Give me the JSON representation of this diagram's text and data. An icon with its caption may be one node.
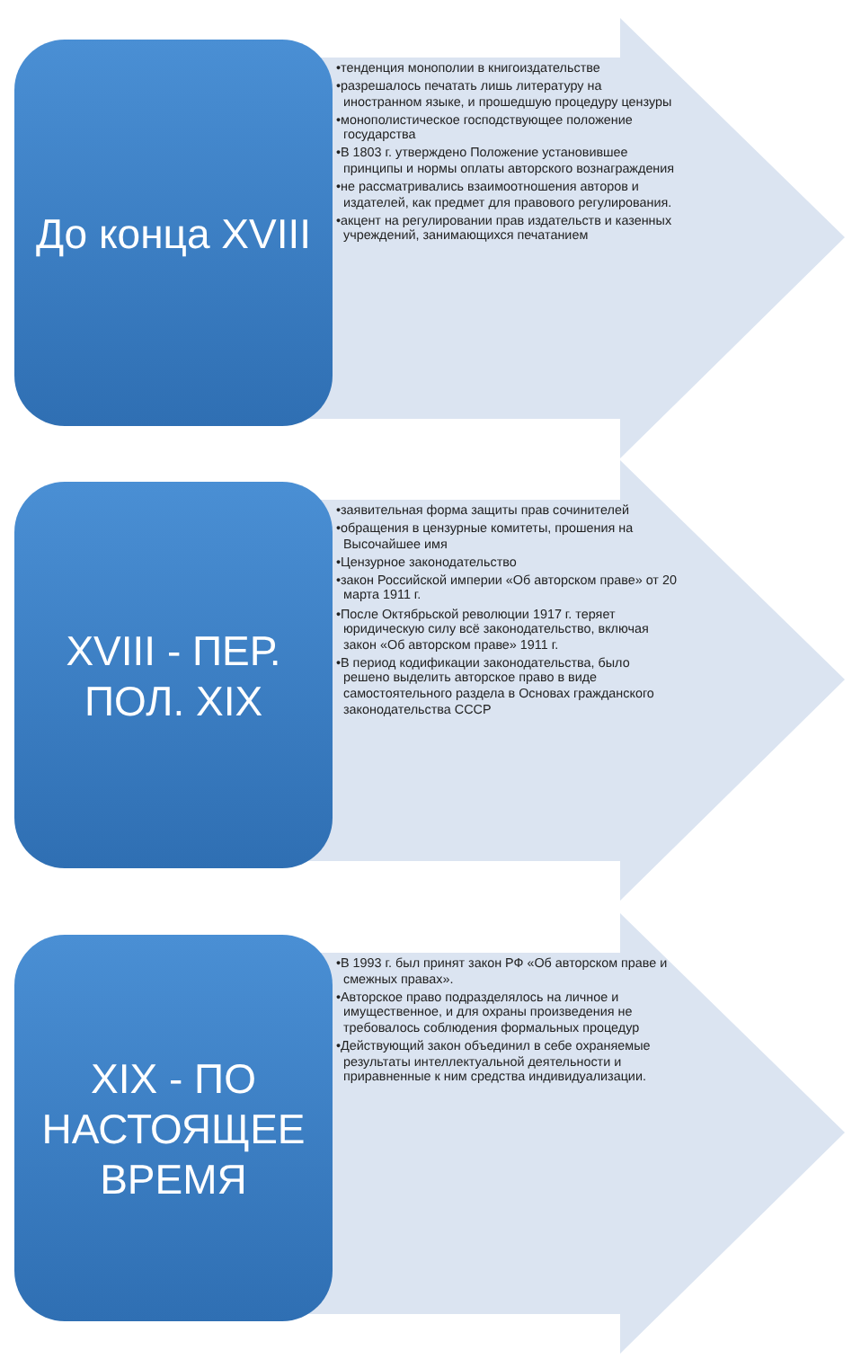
{
  "diagram": {
    "nodes": [
      {
        "text": [
          "До конца XVIII"
        ]
      },
      {
        "text": [
          "•тенденция монополии в книгоиздательстве",
          "•разрешалось печатать лишь литературу на иностранном языке, и прошедшую процедуру цензуры",
          "•монополистическое господствующее положение государства",
          "•В 1803 г. утверждено Положение установившее принципы и нормы оплаты авторского вознаграждения",
          "•не рассматривались взаимоотношения авторов и издателей, как предмет для правового регулирования.",
          "•акцент на регулировании прав издательств и казенных учреждений, занимающихся печатанием"
        ]
      },
      {
        "text": [
          "XVIII - ПЕР. ПОЛ. XIX"
        ]
      },
      {
        "text": [
          "•заявительная форма защиты прав сочинителей",
          "•обращения в цензурные комитеты, прошения на Высочайшее имя",
          "•Цензурное законодательство",
          "•закон Российской империи «Об авторском праве» от 20 марта 1911 г.",
          "•После Октябрьской революции 1917 г. теряет юридическую силу всё законодательство, включая закон «Об авторском праве» 1911 г.",
          "•В период кодификации законодательства, было решено выделить авторское право в виде самостоятельного раздела в Основах гражданского законодательства СССР"
        ]
      },
      {
        "text": [
          "XIX - ПО НАСТОЯЩЕЕ ВРЕМЯ"
        ]
      },
      {
        "text": [
          "•В 1993 г. был принят закон РФ «Об авторском праве и смежных правах».",
          "•Авторское право подразделялось на личное и имущественное, и для охраны произведения не требовалось соблюдения формальных процедур",
          "•Действующий закон объединил в себе охраняемые результаты интеллектуальной деятельности и приравненные к ним средства индивидуализации."
        ]
      }
    ],
    "edges": []
  }
}
